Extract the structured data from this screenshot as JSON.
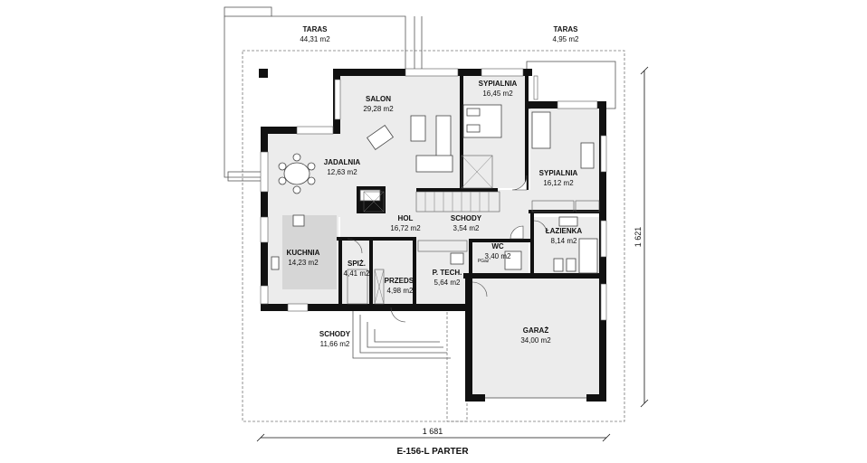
{
  "plan": {
    "title": "E-156-L PARTER",
    "dim_horizontal": "1 681",
    "dim_vertical": "1 621",
    "rooms": [
      {
        "id": "taras1",
        "name": "TARAS",
        "area": "44,31 m2"
      },
      {
        "id": "taras2",
        "name": "TARAS",
        "area": "4,95 m2"
      },
      {
        "id": "salon",
        "name": "SALON",
        "area": "29,28 m2"
      },
      {
        "id": "sypialnia1",
        "name": "SYPIALNIA",
        "area": "16,45 m2"
      },
      {
        "id": "sypialnia2",
        "name": "SYPIALNIA",
        "area": "16,12 m2"
      },
      {
        "id": "jadalnia",
        "name": "JADALNIA",
        "area": "12,63 m2"
      },
      {
        "id": "hol",
        "name": "HOL",
        "area": "16,72 m2"
      },
      {
        "id": "schody_in",
        "name": "SCHODY",
        "area": "3,54 m2"
      },
      {
        "id": "lazienka",
        "name": "ŁAZIENKA",
        "area": "8,14 m2"
      },
      {
        "id": "kuchnia",
        "name": "KUCHNIA",
        "area": "14,23 m2"
      },
      {
        "id": "spiz",
        "name": "SPIŻ.",
        "area": "4,41 m2"
      },
      {
        "id": "wc",
        "name": "WC",
        "area": "3,40 m2"
      },
      {
        "id": "przeds",
        "name": "PRZEDS.",
        "area": "4,98 m2"
      },
      {
        "id": "ptech",
        "name": "P. TECH.",
        "area": "5,64 m2"
      },
      {
        "id": "garaz",
        "name": "GARAŻ",
        "area": "34,00 m2"
      },
      {
        "id": "schody_out",
        "name": "SCHODY",
        "area": "11,66 m2"
      }
    ],
    "fixture_label": "PGaz"
  }
}
